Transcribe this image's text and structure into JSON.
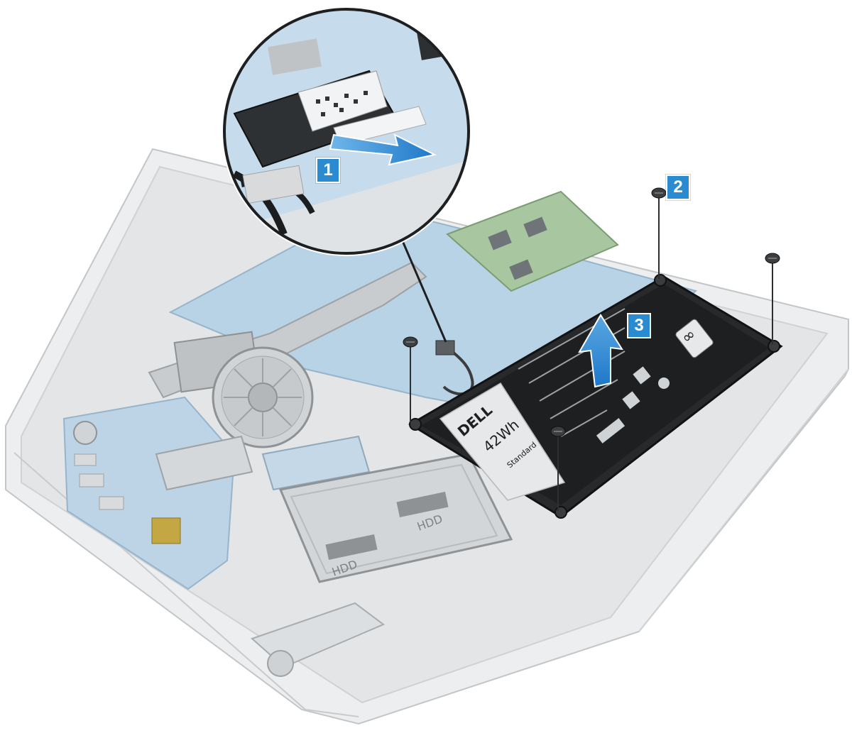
{
  "steps": [
    {
      "label": "1"
    },
    {
      "label": "2"
    },
    {
      "label": "3"
    }
  ],
  "battery": {
    "brand": "DELL",
    "capacity": "42Wh",
    "rating": "Standard",
    "hdd_label": "HDD"
  },
  "colors": {
    "badge": "#2a8bd0",
    "arrow": "#1e78c8",
    "battery": "#1d1f21",
    "chassis": "#e4e6e7",
    "board": "#b9d3e6",
    "ram": "#a8c7a0"
  }
}
